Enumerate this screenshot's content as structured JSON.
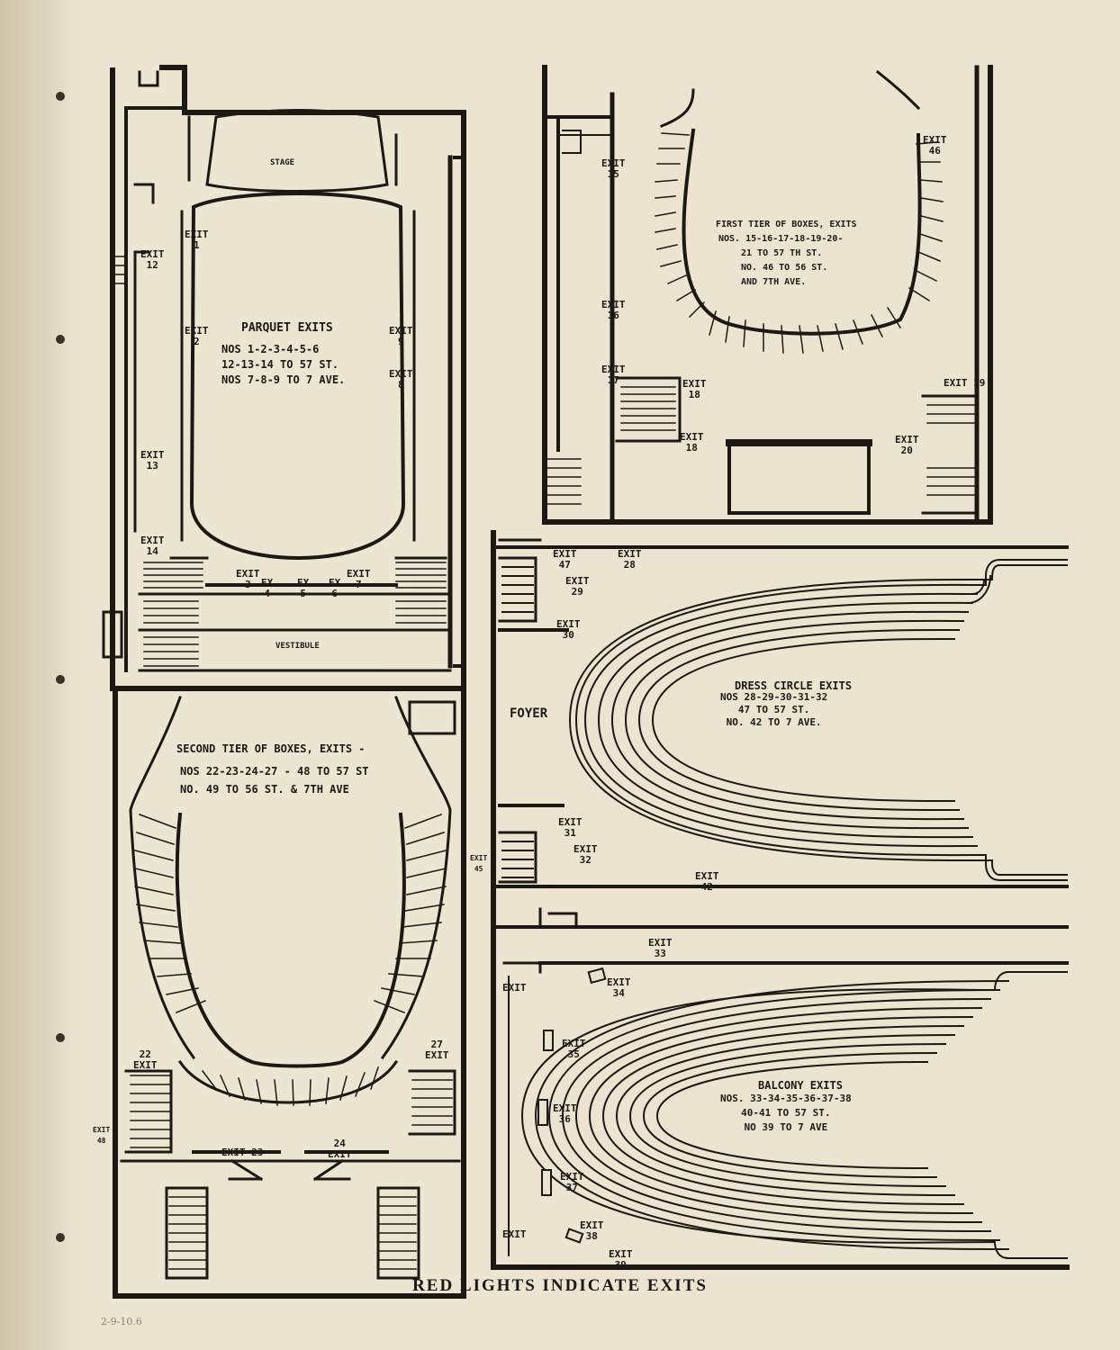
{
  "stage_label": "STAGE",
  "vestibule_label": "VESTIBULE",
  "foyer_label": "FOYER",
  "footer": "RED LIGHTS INDICATE EXITS",
  "pencil_note": "2-9-10.6",
  "sections": {
    "parquet": {
      "title": "PARQUET EXITS",
      "lines": [
        "NOS 1-2-3-4-5-6",
        "12-13-14 TO 57 ST.",
        "NOS 7-8-9 TO 7 AVE."
      ]
    },
    "first_tier": {
      "title": "FIRST TIER OF BOXES, EXITS",
      "lines": [
        "NOS. 15-16-17-18-19-20-",
        "21 TO 57 TH ST.",
        "NO. 46 TO 56 ST.",
        "AND 7TH AVE."
      ]
    },
    "second_tier": {
      "title": "SECOND TIER OF BOXES, EXITS -",
      "lines": [
        "NOS 22-23-24-27 - 48 TO 57 ST",
        "NO. 49 TO 56 ST. & 7TH AVE"
      ]
    },
    "dress_circle": {
      "title": "DRESS CIRCLE EXITS",
      "lines": [
        "NOS 28-29-30-31-32",
        "47 TO 57 ST.",
        "NO. 42 TO 7 AVE."
      ]
    },
    "balcony": {
      "title": "BALCONY EXITS",
      "lines": [
        "NOS. 33-34-35-36-37-38",
        "40-41 TO 57 ST.",
        "NO 39 TO 7 AVE"
      ]
    }
  },
  "exits": {
    "e1": "EXIT\n1",
    "e2": "EXIT\n2",
    "e9": "EXIT\n9",
    "e8": "EXIT\n8",
    "e12": "EXIT\n12",
    "e13": "EXIT\n13",
    "e14": "EXIT\n14",
    "e3": "EXIT\n3",
    "e4": "EX\n4",
    "e5": "EX\n5",
    "e6": "EX\n6",
    "e7": "EXIT\n7",
    "e15": "EXIT\n15",
    "e16": "EXIT\n16",
    "e17": "EXIT\n17",
    "e18a": "EXIT\n18",
    "e18b": "EXIT\n18",
    "e46": "EXIT\n46",
    "e19": "EXIT 19",
    "e20": "EXIT\n20",
    "e47": "EXIT\n47",
    "e28": "EXIT\n28",
    "e29": "EXIT\n29",
    "e30": "EXIT\n30",
    "e31": "EXIT\n31",
    "e32": "EXIT\n32",
    "e42": "EXIT\n42",
    "e45": "EXIT\n45",
    "e22": "22\nEXIT",
    "e27": "27\nEXIT",
    "e23": "EXIT 23",
    "e24": "24\nEXIT",
    "e48": "EXIT\n48",
    "e33": "EXIT\n33",
    "e34": "EXIT\n34",
    "e35": "EXIT\n35",
    "e36": "EXIT\n36",
    "e37": "EXIT\n37",
    "e38": "EXIT\n38",
    "e39": "EXIT\n39",
    "e40": "EXIT",
    "e41": "EXIT"
  }
}
